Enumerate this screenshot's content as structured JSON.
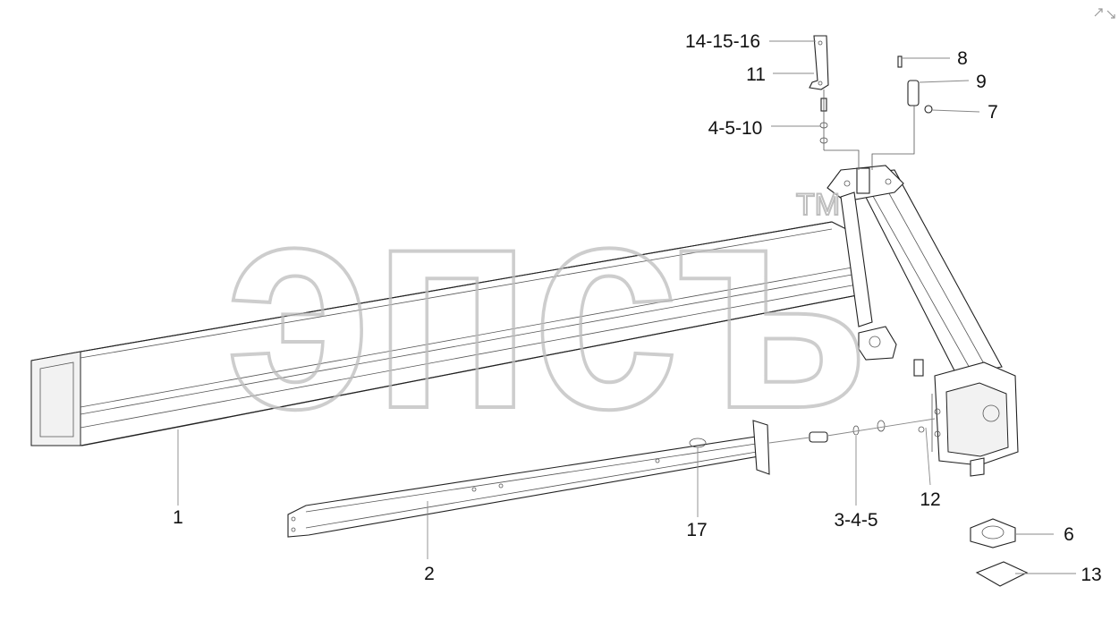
{
  "watermark": {
    "text": "эпсъ",
    "trademark": "TM",
    "color": "#cfcfcf"
  },
  "corner_icon": "arrows-icon",
  "callouts": [
    {
      "id": "c1",
      "text": "1"
    },
    {
      "id": "c2",
      "text": "2"
    },
    {
      "id": "c17",
      "text": "17"
    },
    {
      "id": "c345",
      "text": "3-4-5"
    },
    {
      "id": "c12",
      "text": "12"
    },
    {
      "id": "c6",
      "text": "6"
    },
    {
      "id": "c13",
      "text": "13"
    },
    {
      "id": "c7",
      "text": "7"
    },
    {
      "id": "c9",
      "text": "9"
    },
    {
      "id": "c8",
      "text": "8"
    },
    {
      "id": "c4510",
      "text": "4-5-10"
    },
    {
      "id": "c11",
      "text": "11"
    },
    {
      "id": "c141516",
      "text": "14-15-16"
    }
  ]
}
